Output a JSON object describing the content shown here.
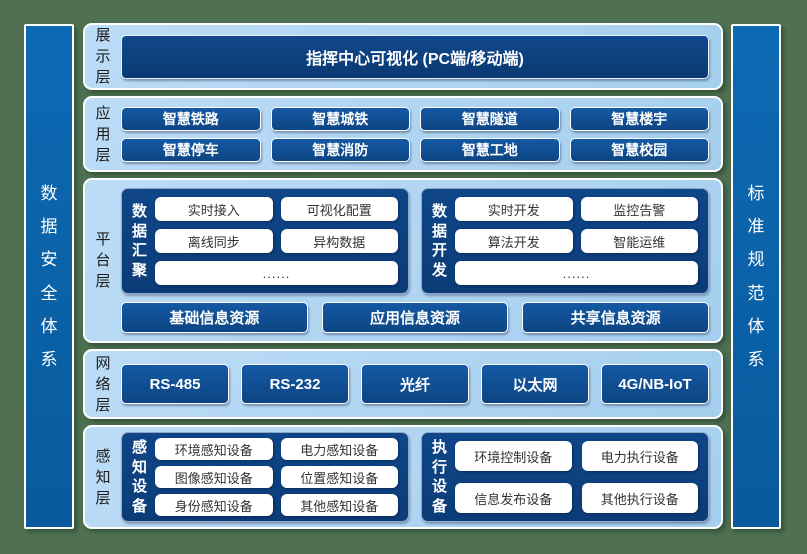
{
  "colors": {
    "background_green": "#4f7152",
    "panel_light_blue": "#abd2ef",
    "deep_navy": "#0c4080",
    "button_navy": "#114f96",
    "pillar_blue": "#0a60aa",
    "white_box_text": "#333333"
  },
  "pillars": {
    "left": {
      "label": "数据安全体系"
    },
    "right": {
      "label": "标准规范体系"
    }
  },
  "layers": [
    {
      "label": "展示层",
      "banner": "指挥中心可视化 (PC端/移动端)"
    },
    {
      "label": "应用层",
      "buttons": [
        "智慧铁路",
        "智慧城铁",
        "智慧隧道",
        "智慧楼宇",
        "智慧停车",
        "智慧消防",
        "智慧工地",
        "智慧校园"
      ]
    },
    {
      "label": "平台层",
      "groups": [
        {
          "label": "数据汇聚",
          "items": [
            "实时接入",
            "可视化配置",
            "离线同步",
            "异构数据"
          ],
          "more": "......"
        },
        {
          "label": "数据开发",
          "items": [
            "实时开发",
            "监控告警",
            "算法开发",
            "智能运维"
          ],
          "more": "......"
        }
      ],
      "resources": [
        "基础信息资源",
        "应用信息资源",
        "共享信息资源"
      ]
    },
    {
      "label": "网络层",
      "buttons": [
        "RS-485",
        "RS-232",
        "光纤",
        "以太网",
        "4G/NB-IoT"
      ]
    },
    {
      "label": "感知层",
      "groups": [
        {
          "label": "感知设备",
          "items": [
            "环境感知设备",
            "电力感知设备",
            "图像感知设备",
            "位置感知设备",
            "身份感知设备",
            "其他感知设备"
          ]
        },
        {
          "label": "执行设备",
          "items": [
            "环境控制设备",
            "电力执行设备",
            "信息发布设备",
            "其他执行设备"
          ]
        }
      ]
    }
  ]
}
